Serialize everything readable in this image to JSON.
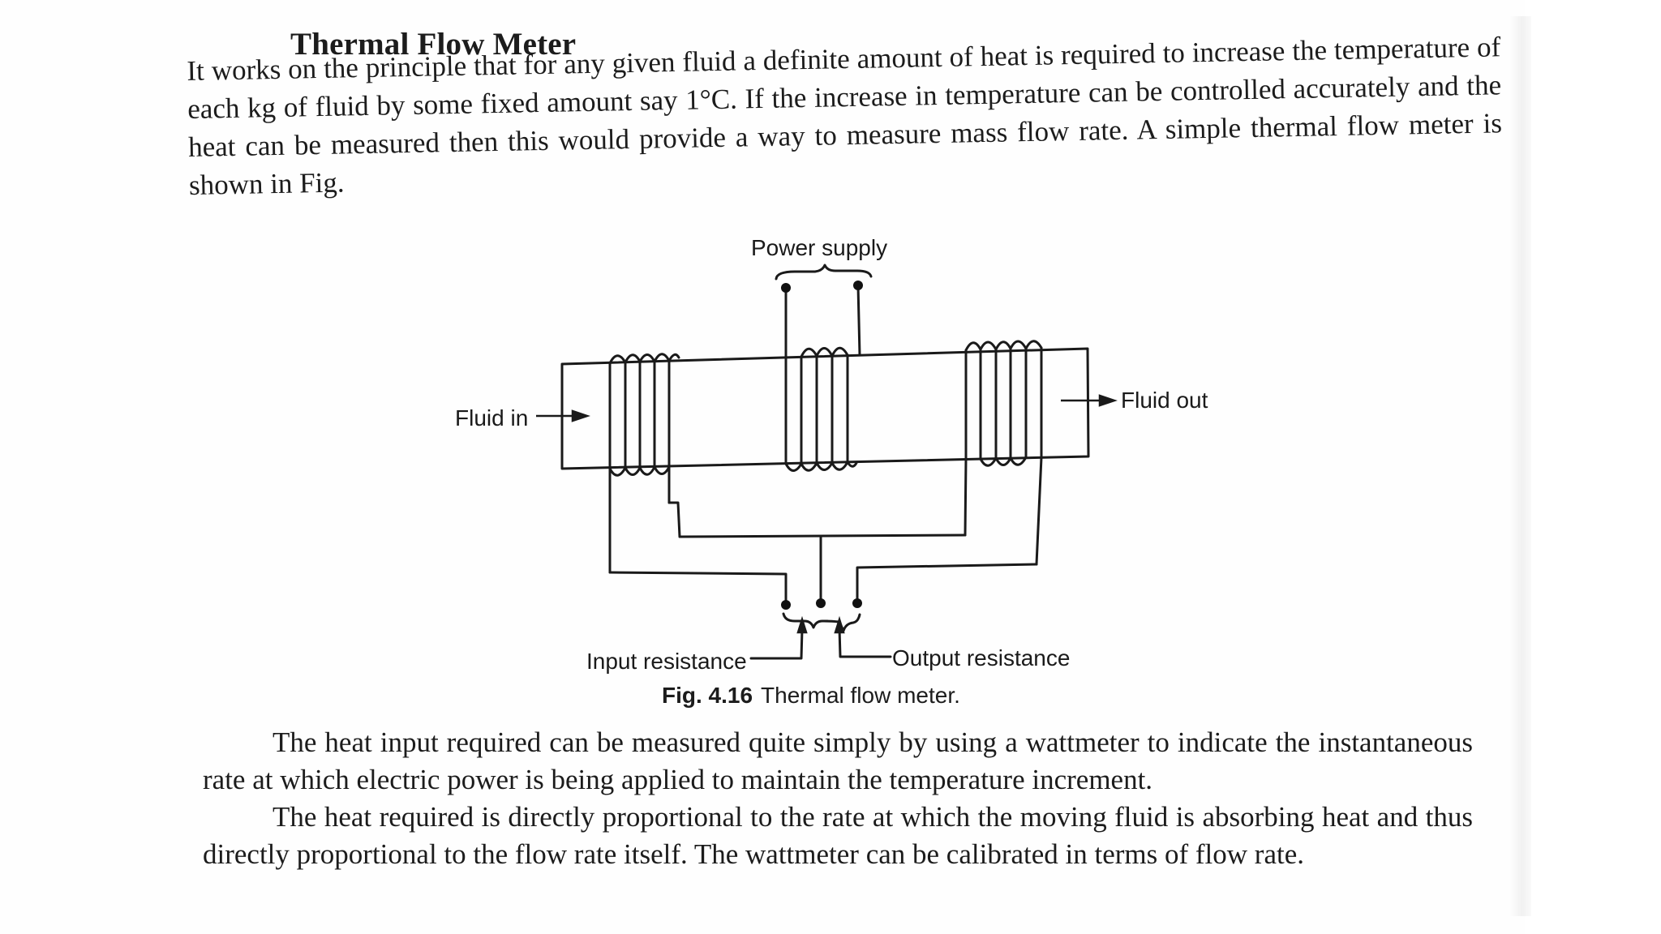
{
  "heading": "Thermal Flow Meter",
  "intro_paragraph": "It works on the principle that for any given fluid a definite amount of heat is required to increase the temperature of each kg of fluid by some fixed amount say 1°C. If the increase in temperature can be controlled accurately and the heat can be measured then this would provide a way to measure mass flow rate. A simple thermal flow meter is shown in Fig.",
  "figure": {
    "labels": {
      "power_supply": "Power supply",
      "fluid_in": "Fluid in",
      "fluid_out": "Fluid out",
      "input_resistance": "Input resistance",
      "output_resistance": "Output resistance"
    },
    "caption_number": "Fig. 4.16",
    "caption_text": "Thermal flow meter."
  },
  "body_paragraphs": [
    "The heat input required can be measured quite simply by using a wattmeter to indicate the instantaneous rate at which electric power is being applied to maintain the temperature increment.",
    "The heat required is directly proportional to the rate at which the moving fluid is absorbing heat and thus directly proportional to the flow rate itself. The wattmeter can be calibrated in terms of flow rate."
  ]
}
